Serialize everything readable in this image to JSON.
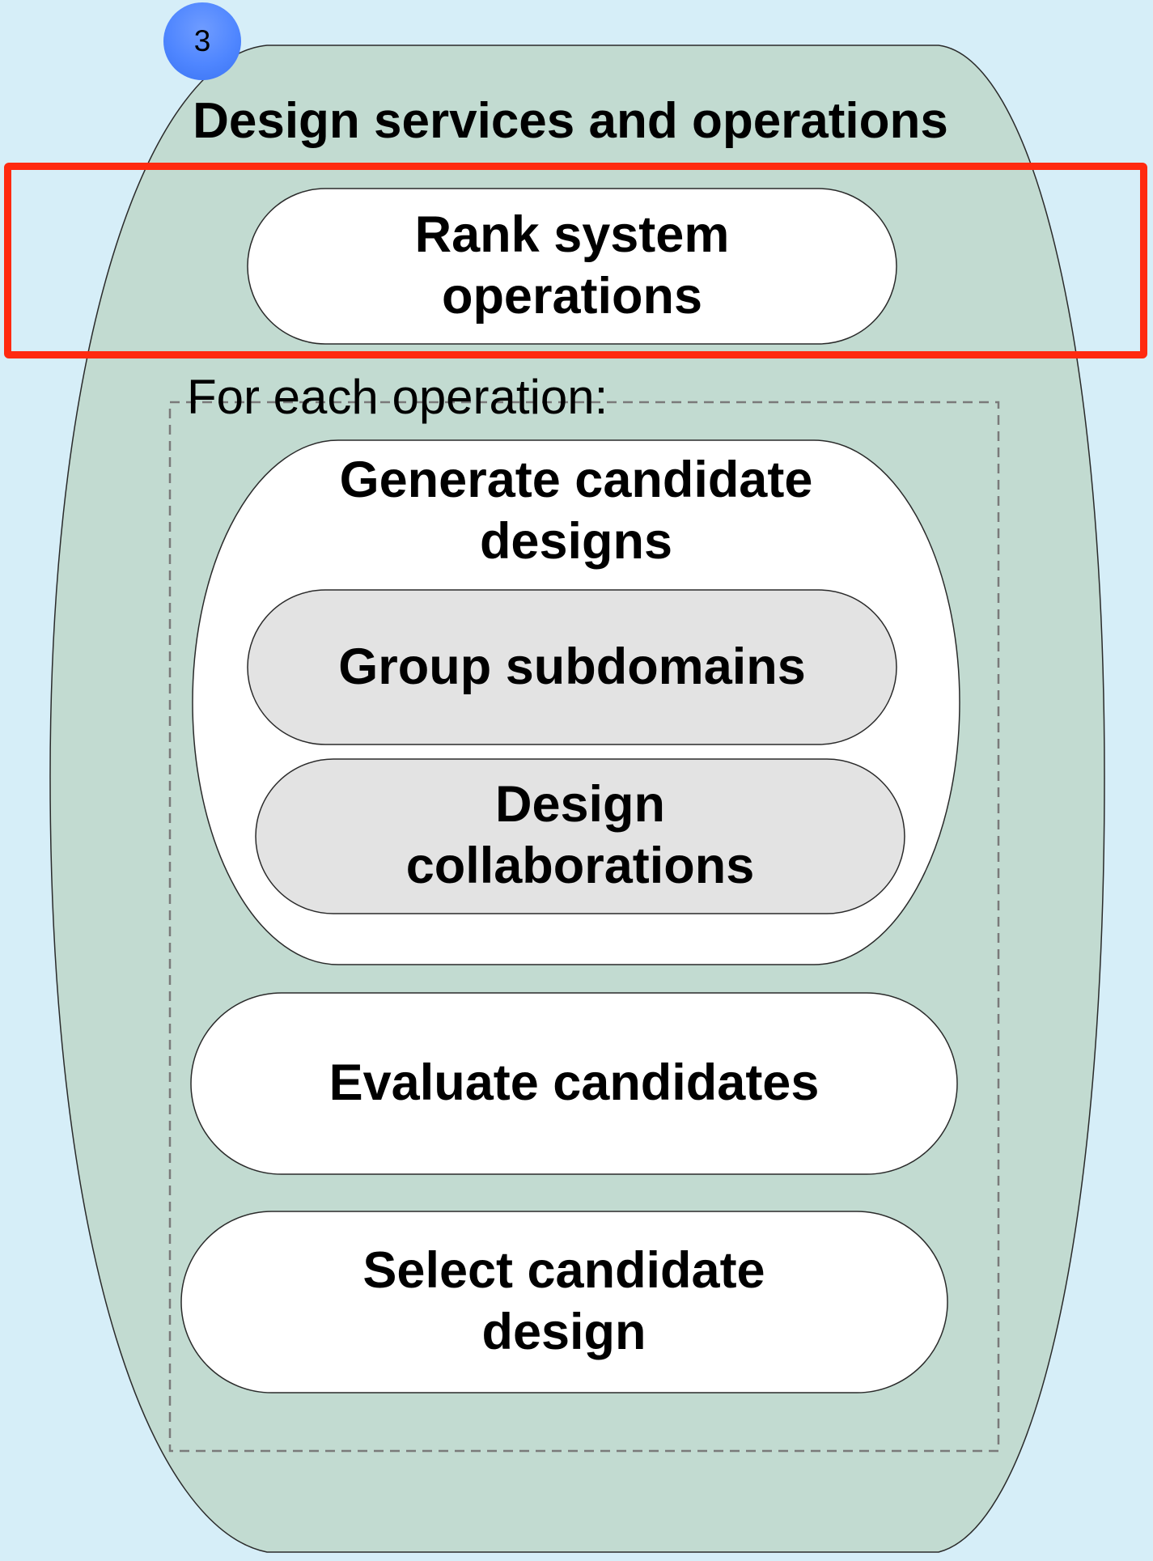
{
  "diagram": {
    "step_number": "3",
    "title": "Design services and operations",
    "rank_step": "Rank system operations",
    "loop_label": "For each operation:",
    "generate_step": "Generate candidate designs",
    "group_step": "Group subdomains",
    "collab_step": "Design collaborations",
    "evaluate_step": "Evaluate candidates",
    "select_step": "Select candidate design",
    "highlighted_step": "Rank system operations"
  },
  "colors": {
    "background": "#d6eef8",
    "container": "#c2dbd1",
    "step_fill": "#ffffff",
    "sub_step_fill": "#e3e3e3",
    "badge": "#4f86ff",
    "highlight": "#ff2a10"
  }
}
